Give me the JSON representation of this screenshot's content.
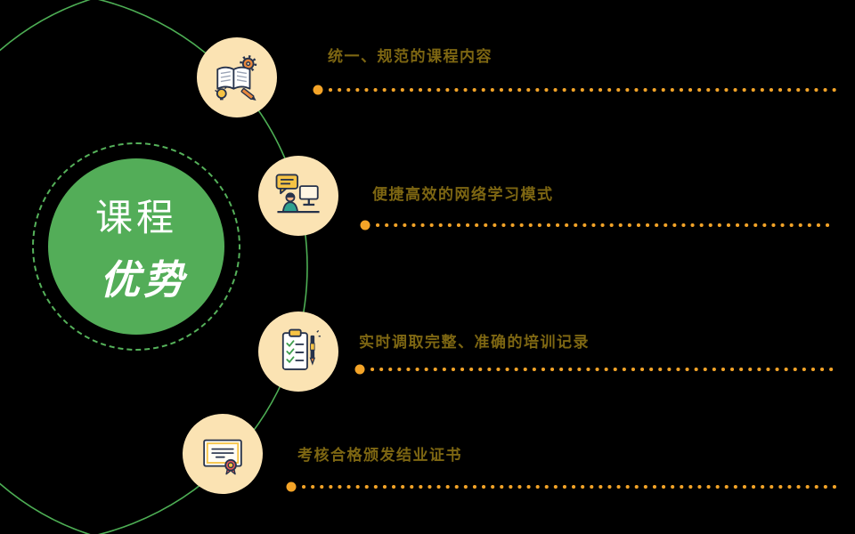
{
  "center": {
    "line1": "课程",
    "line2": "优势"
  },
  "items": [
    {
      "label": "统一、规范的课程内容",
      "icon": "book-gear-icon"
    },
    {
      "label": "便捷高效的网络学习模式",
      "icon": "online-learning-icon"
    },
    {
      "label": "实时调取完整、准确的培训记录",
      "icon": "checklist-pen-icon"
    },
    {
      "label": "考核合格颁发结业证书",
      "icon": "certificate-icon"
    }
  ],
  "colors": {
    "background": "#000000",
    "center_circle_green": "#53AD58",
    "arc_green": "#4DAE54",
    "icon_circle_bg": "#FBE3B3",
    "label_text": "#7D6612",
    "dotted_line_orange": "#F4A428"
  }
}
